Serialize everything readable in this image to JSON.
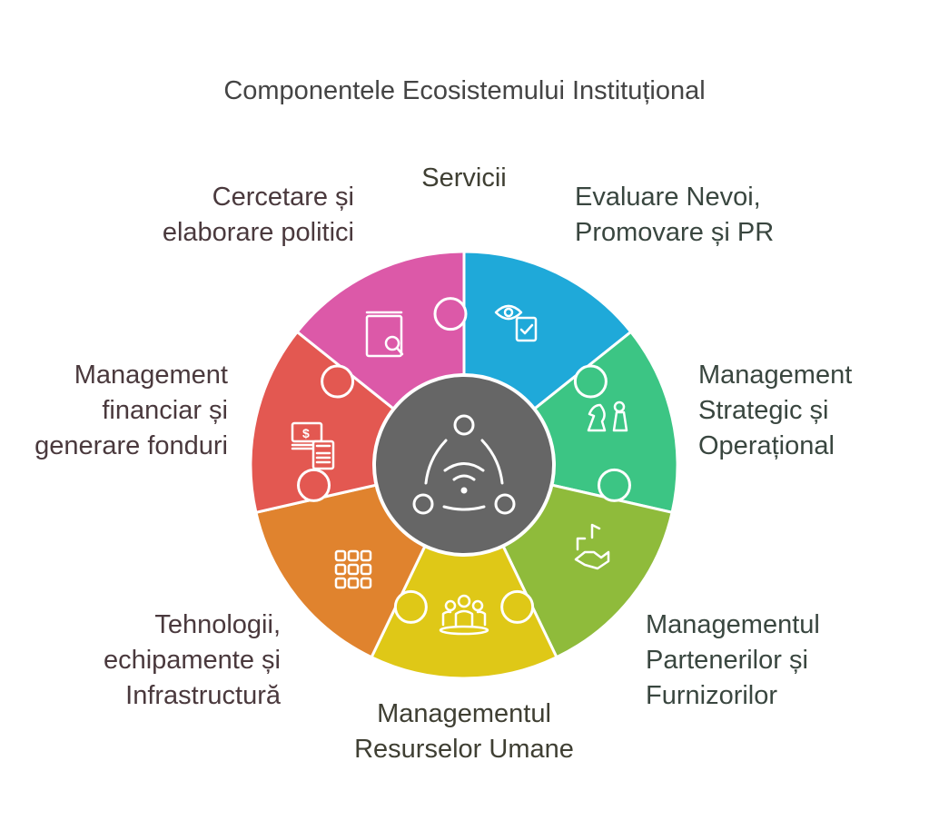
{
  "title": "Componentele Ecosistemului Instituțional",
  "segments": [
    {
      "label": "Evaluare Nevoi,\nPromovare și PR",
      "color": "#1fa9d9",
      "icon": "eye-clipboard-icon"
    },
    {
      "label": "Management\nStrategic și\nOperațional",
      "color": "#3cc584",
      "icon": "chess-pieces-icon"
    },
    {
      "label": "Managementul\nPartenerilor și\nFurnizorilor",
      "color": "#8fbb3b",
      "icon": "handshake-icon"
    },
    {
      "label": "Managementul\nResurselor Umane",
      "color": "#dfc817",
      "icon": "team-icon"
    },
    {
      "label": "Tehnologii,\nechipamente și\nInfrastructură",
      "color": "#e0832e",
      "icon": "circuit-grid-icon"
    },
    {
      "label": "Management\nfinanciar și\ngenerare fonduri",
      "color": "#e35851",
      "icon": "money-calculator-icon"
    },
    {
      "label": "Cercetare și\nelaborare politici",
      "color": "#dc59a8",
      "icon": "book-search-icon"
    }
  ],
  "center": {
    "label": "Servicii",
    "color": "#666666",
    "icon": "network-hub-icon"
  }
}
